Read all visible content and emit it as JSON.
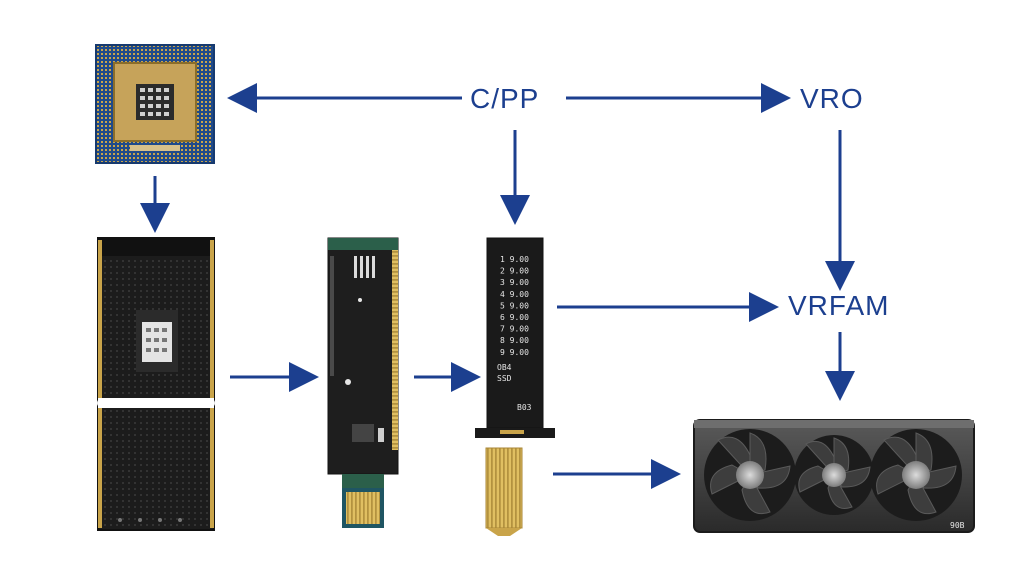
{
  "labels": {
    "cpp": "C/PP",
    "vro": "VRO",
    "vrfam": "VRFAM"
  },
  "ssd_card": {
    "rows": [
      "1 9.00",
      "2 9.00",
      "3 9.00",
      "4 9.00",
      "5 9.00",
      "6 9.00",
      "7 9.00",
      "8 9.00",
      "9 9.00"
    ],
    "tag_line1": "OB4",
    "tag_line2": "SSD",
    "chip_label": "B03"
  },
  "gpu": {
    "model_tag": "90B"
  },
  "colors": {
    "arrow": "#1c3f8f",
    "pcb_dark": "#1b1b1b",
    "gold": "#c9a44a",
    "cpu_blue": "#1f4a8a"
  }
}
